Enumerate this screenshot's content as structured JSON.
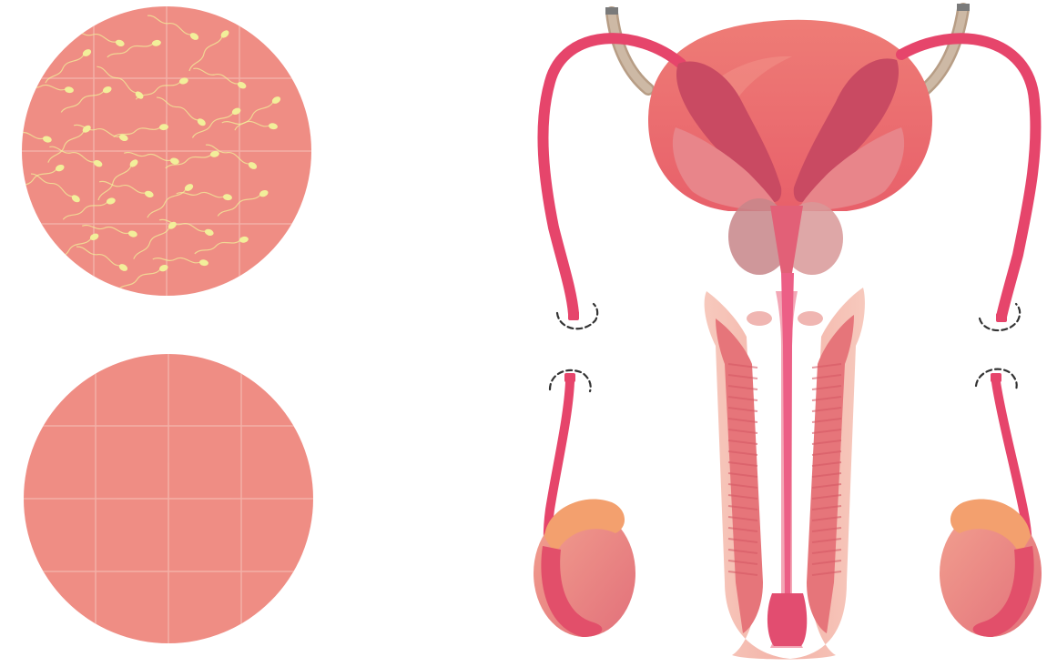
{
  "palette": {
    "background": "#ffffff",
    "sample_fill": "#ef8d84",
    "grid_line": "#f6b9b0",
    "sperm": "#f2ef9a",
    "vas_deferens": "#e6456b",
    "bladder": "#ec7a74",
    "seminal_vesicle": "#c94a62",
    "prostate": "#c78588",
    "erectile_tissue": "#e6757a",
    "urethra": "#ee8fa8",
    "testis": "#ee8e86",
    "epididymis": "#f3a06e",
    "ureter": "#c2ad98",
    "cut_mark": "#333333"
  },
  "panels": {
    "sample_before": {
      "contains_sperm": true,
      "sperm_count_visible": 38
    },
    "sample_after": {
      "contains_sperm": false,
      "sperm_count_visible": 0
    }
  },
  "anatomy": {
    "procedure_depicted": "vasectomy",
    "vas_deferens_cut": true,
    "cut_marks": [
      "left-upper",
      "left-lower",
      "right-upper",
      "right-lower"
    ]
  },
  "icons": [
    "sperm-icon",
    "dashed-cut-mark-icon"
  ]
}
